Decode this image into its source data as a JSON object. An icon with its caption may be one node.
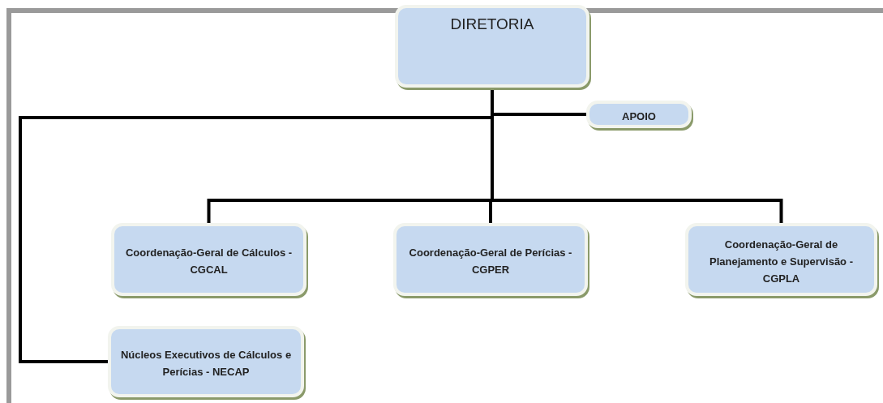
{
  "diagram": {
    "nodes": [
      {
        "text": [
          "DIRETORIA"
        ]
      },
      {
        "text": [
          "APOIO"
        ]
      },
      {
        "text": [
          "Coordenação-Geral de Cálculos - CGCAL"
        ]
      },
      {
        "text": [
          "Coordenação-Geral de Perícias - CGPER"
        ]
      },
      {
        "text": [
          "Coordenação-Geral de Planejamento e Supervisão - CGPLA"
        ]
      },
      {
        "text": [
          "Núcleos Executivos de Cálculos e Perícias - NECAP"
        ]
      }
    ],
    "edges": [
      {
        "from": 0,
        "to": 1,
        "arrow": "none"
      },
      {
        "from": 0,
        "to": 2,
        "arrow": "none"
      },
      {
        "from": 0,
        "to": 3,
        "arrow": "none"
      },
      {
        "from": 0,
        "to": 4,
        "arrow": "none"
      },
      {
        "from": 0,
        "to": 5,
        "arrow": "none"
      }
    ]
  }
}
